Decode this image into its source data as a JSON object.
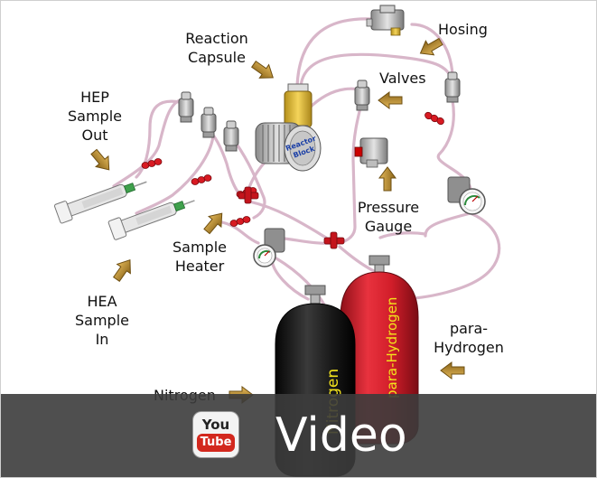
{
  "labels": {
    "reaction_capsule": [
      "Reaction",
      "Capsule"
    ],
    "hosing": "Hosing",
    "valves": "Valves",
    "hep_sample_out": [
      "HEP",
      "Sample",
      "Out"
    ],
    "pressure_gauge": [
      "Pressure",
      "Gauge"
    ],
    "sample_heater": [
      "Sample",
      "Heater"
    ],
    "hea_sample_in": [
      "HEA",
      "Sample",
      "In"
    ],
    "para_hydrogen_label": [
      "para-",
      "Hydrogen"
    ],
    "nitrogen_label": "Nitrogen"
  },
  "tank_text": {
    "nitrogen": "Nitrogen",
    "para_hydrogen": "para-Hydrogen"
  },
  "reactor_text": [
    "Reactor",
    "Block"
  ],
  "video": {
    "label": "Video",
    "logo_top": "You",
    "logo_bottom": "Tube"
  },
  "colors": {
    "tube": "#d8b6c9",
    "arrow": "#b8892b",
    "red_tank": "#d21e2a",
    "black_tank": "#1a1a1a",
    "overlay": "#3c3c3c",
    "youtube_red": "#d3281e"
  }
}
